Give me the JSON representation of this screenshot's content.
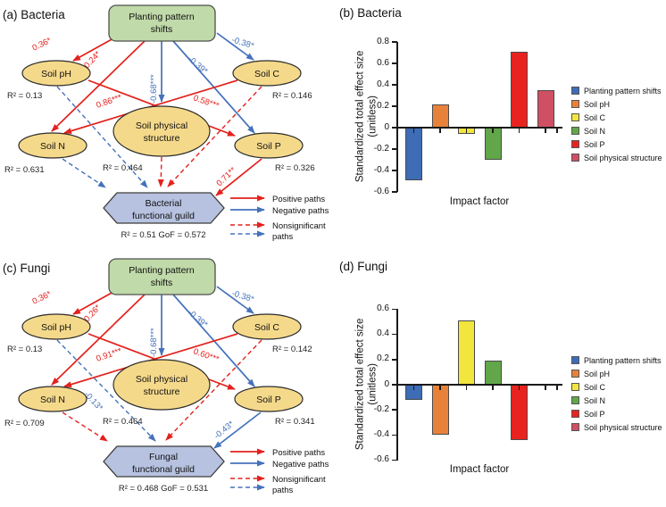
{
  "panel_a": {
    "title": "(a) Bacteria",
    "box_line1": "Planting pattern",
    "box_line2": "shifts",
    "nodes": {
      "soil_ph": "Soil pH",
      "soil_ph_r2": "R² = 0.13",
      "soil_c": "Soil C",
      "soil_c_r2": "R² = 0.146",
      "sps_line1": "Soil physical",
      "sps_line2": "structure",
      "sps_r2": "R² = 0.464",
      "soil_n": "Soil N",
      "soil_n_r2": "R² = 0.631",
      "soil_p": "Soil P",
      "soil_p_r2": "R² = 0.326"
    },
    "guild_line1": "Bacterial",
    "guild_line2": "functional guild",
    "fit": "R² = 0.51   GoF =  0.572",
    "paths": {
      "pps_to_ph": "0.36*",
      "pps_to_n": "0.24*",
      "pps_to_sps": "-0.68***",
      "pps_to_p": "-0.39*",
      "pps_to_c": "-0.38*",
      "c_to_n": "0.86***",
      "ph_to_p": "0.58***",
      "p_to_guild": "0.71**"
    }
  },
  "panel_c": {
    "title": "(c) Fungi",
    "box_line1": "Planting pattern",
    "box_line2": "shifts",
    "nodes": {
      "soil_ph": "Soil pH",
      "soil_ph_r2": "R² = 0.13",
      "soil_c": "Soil C",
      "soil_c_r2": "R² = 0.142",
      "sps_line1": "Soil physical",
      "sps_line2": "structure",
      "sps_r2": "R² = 0.464",
      "soil_n": "Soil N",
      "soil_n_r2": "R² = 0.709",
      "soil_p": "Soil P",
      "soil_p_r2": "R² = 0.341"
    },
    "guild_line1": "Fungal",
    "guild_line2": "functional guild",
    "fit": "R² = 0.468   GoF =  0.531",
    "paths": {
      "pps_to_ph": "0.36*",
      "pps_to_n": "0.26*",
      "pps_to_sps": "-0.68***",
      "pps_to_p": "-0.39*",
      "pps_to_c": "-0.38*",
      "c_to_n": "0.91***",
      "ph_to_p": "0.60***",
      "ph_to_guild": "-0.13*",
      "p_to_guild": "-0.43*"
    }
  },
  "sem_legend": {
    "positive": "Positive paths",
    "negative": "Negative paths",
    "nonsig_line1": "Nonsignificant",
    "nonsig_line2": "paths"
  },
  "sem_colors": {
    "positive": "#e3211c",
    "negative": "#4472bb",
    "node_fill": "#f5d98b",
    "box_fill": "#c0daa9",
    "hex_fill": "#b7c2e0"
  },
  "chart_data": [
    {
      "type": "bar",
      "panel": "b",
      "title": "(b) Bacteria",
      "categories": [
        "Planting pattern shifts",
        "Soil pH",
        "Soil C",
        "Soil N",
        "Soil P",
        "Soil physical structure"
      ],
      "values": [
        -0.49,
        0.22,
        -0.06,
        -0.3,
        0.71,
        0.35
      ],
      "colors": [
        "#3e6cb5",
        "#e8823a",
        "#f2e53e",
        "#61a74a",
        "#e8231f",
        "#cf5064"
      ],
      "title_label": "(b) Bacteria",
      "xlabel": "Impact factor",
      "ylabel_line1": "Standardized total effect size",
      "ylabel_line2": "(unitless)",
      "ylim": [
        -0.6,
        0.8
      ],
      "ytick_step": 0.2,
      "grid": false,
      "legend_position": "right"
    },
    {
      "type": "bar",
      "panel": "d",
      "title": "(d) Fungi",
      "categories": [
        "Planting pattern shifts",
        "Soil pH",
        "Soil C",
        "Soil N",
        "Soil P",
        "Soil physical structure"
      ],
      "values": [
        -0.12,
        -0.4,
        0.51,
        0.19,
        -0.44,
        0
      ],
      "colors": [
        "#3e6cb5",
        "#e8823a",
        "#f2e53e",
        "#61a74a",
        "#e8231f",
        "#cf5064"
      ],
      "title_label": "(d) Fungi",
      "xlabel": "Impact factor",
      "ylabel_line1": "Standardized total effect size",
      "ylabel_line2": "(unitless)",
      "ylim": [
        -0.6,
        0.6
      ],
      "ytick_step": 0.2,
      "grid": false,
      "legend_position": "right"
    }
  ]
}
